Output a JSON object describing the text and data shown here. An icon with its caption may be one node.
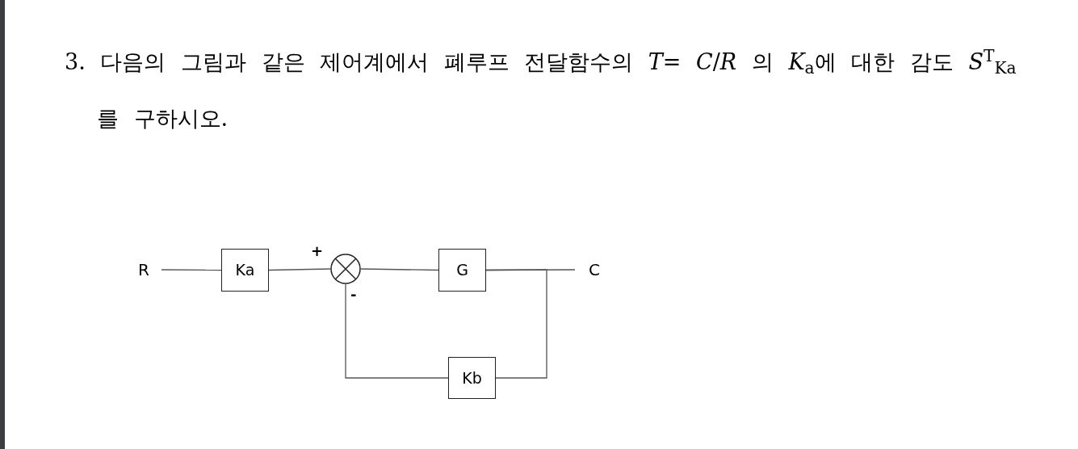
{
  "diagram": {
    "title": "3. 다음의 그림과 같은 제어계에서 폐루프 전달함수의 *T*= *C*/*R* 의 *K*$_{a}$에 대한 감도 *S*$^{T}$$_{Ka}$를 구하시오.",
    "nodes": [
      {
        "text": [
          "R"
        ]
      },
      {
        "text": [
          "Ka"
        ]
      },
      {
        "text": [],
        "shape": "circle"
      },
      {
        "text": [
          "G"
        ]
      },
      {
        "text": [
          "C"
        ]
      },
      {
        "text": [
          "Kb"
        ]
      }
    ],
    "edges": [
      {
        "from": 0,
        "to": 1,
        "arrow": "none"
      },
      {
        "from": 1,
        "to": 2,
        "arrow": "none"
      },
      {
        "from": 2,
        "to": 3,
        "arrow": "none"
      },
      {
        "from": 3,
        "to": 4,
        "arrow": "none"
      },
      {
        "from": 3,
        "to": 5,
        "arrow": "none"
      },
      {
        "from": 5,
        "to": 2,
        "arrow": "none"
      }
    ],
    "labels": [
      "+",
      "-"
    ]
  }
}
